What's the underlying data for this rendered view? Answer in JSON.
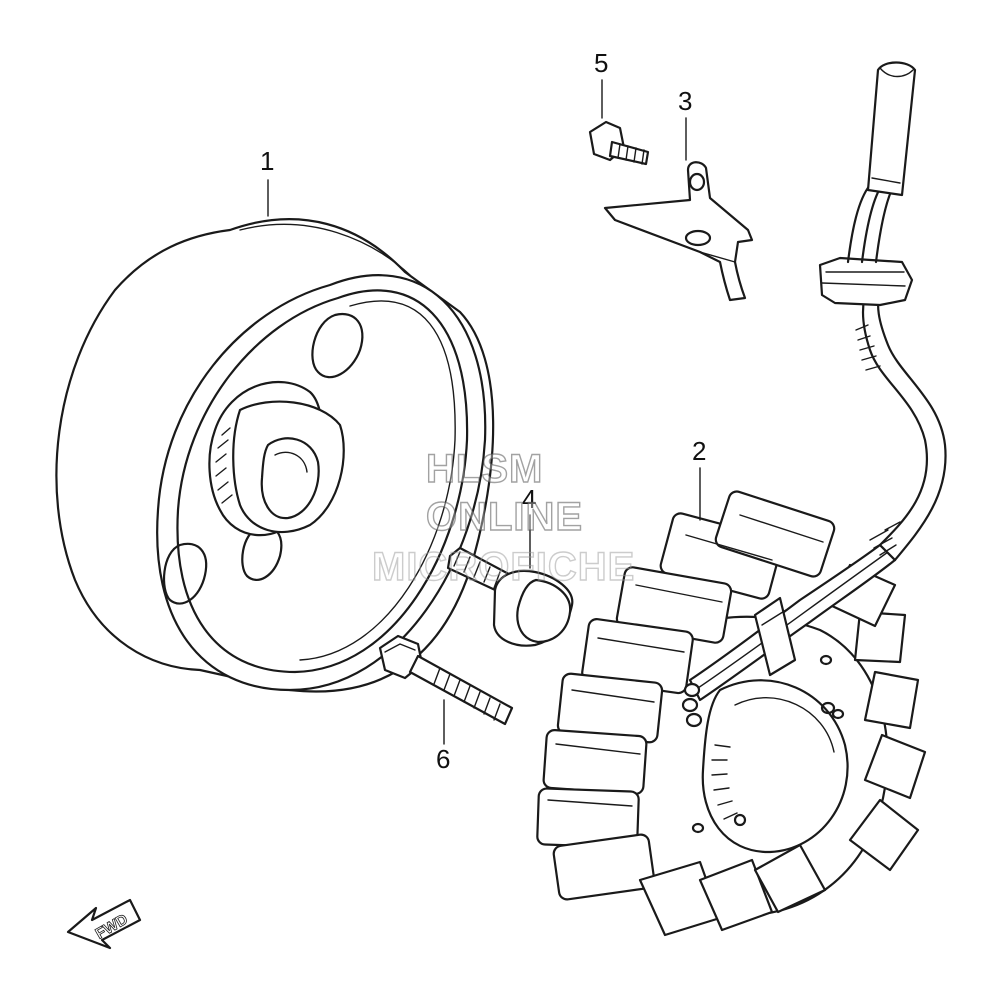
{
  "diagram": {
    "callouts": [
      {
        "id": "1",
        "label": "1"
      },
      {
        "id": "2",
        "label": "2"
      },
      {
        "id": "3",
        "label": "3"
      },
      {
        "id": "4",
        "label": "4"
      },
      {
        "id": "5",
        "label": "5"
      },
      {
        "id": "6",
        "label": "6"
      }
    ],
    "direction_arrow": {
      "label": "FWD",
      "icon": "forward-arrow-icon"
    },
    "watermark": {
      "line1": "HLSM",
      "line2": "ONLINE",
      "line3": "MICROFICHE"
    }
  }
}
